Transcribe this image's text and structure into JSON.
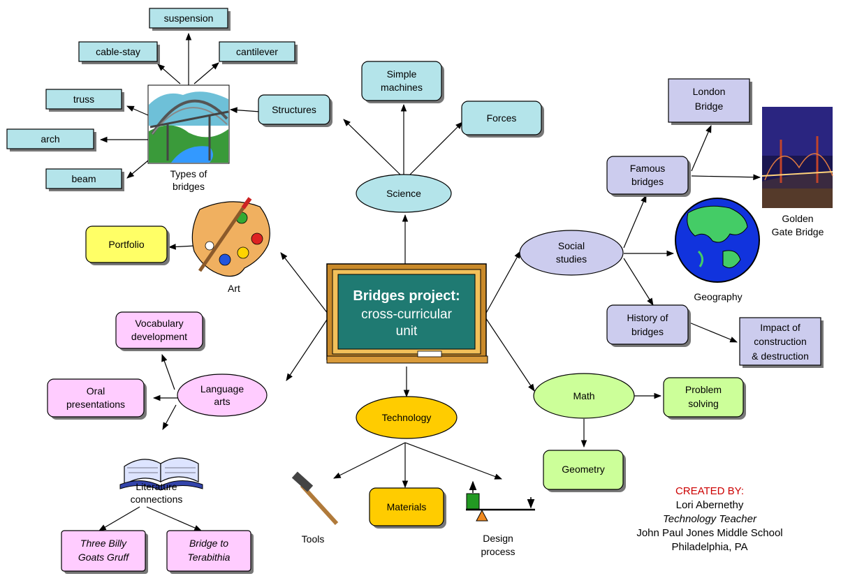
{
  "center": {
    "line1": "Bridges project:",
    "line2": "cross-curricular",
    "line3": "unit"
  },
  "science": {
    "label": "Science",
    "structures": "Structures",
    "simple_machines": [
      "Simple",
      "machines"
    ],
    "forces": "Forces",
    "types_caption": [
      "Types of",
      "bridges"
    ],
    "bridge_types": {
      "suspension": "suspension",
      "cable_stay": "cable-stay",
      "cantilever": "cantilever",
      "truss": "truss",
      "arch": "arch",
      "beam": "beam"
    }
  },
  "art": {
    "label": "Art",
    "portfolio": "Portfolio"
  },
  "language_arts": {
    "label": [
      "Language",
      "arts"
    ],
    "vocabulary": [
      "Vocabulary",
      "development"
    ],
    "oral": [
      "Oral",
      "presentations"
    ],
    "literature_caption": [
      "Literature",
      "connections"
    ],
    "book1": [
      "Three Billy",
      "Goats Gruff"
    ],
    "book2": [
      "Bridge to",
      "Terabithia"
    ]
  },
  "technology": {
    "label": "Technology",
    "tools": "Tools",
    "materials": "Materials",
    "design": [
      "Design",
      "process"
    ]
  },
  "social_studies": {
    "label": [
      "Social",
      "studies"
    ],
    "famous": [
      "Famous",
      "bridges"
    ],
    "london": [
      "London",
      "Bridge"
    ],
    "golden_gate": [
      "Golden",
      "Gate Bridge"
    ],
    "geography": "Geography",
    "history": [
      "History of",
      "bridges"
    ],
    "impact": [
      "Impact of",
      "construction",
      "& destruction"
    ]
  },
  "math": {
    "label": "Math",
    "problem": [
      "Problem",
      "solving"
    ],
    "geometry": "Geometry"
  },
  "credits": {
    "created_by": "CREATED BY:",
    "name": "Lori Abernethy",
    "role": "Technology Teacher",
    "school": "John Paul Jones Middle School",
    "city": "Philadelphia, PA"
  },
  "colors": {
    "science": "#b4e4ea",
    "art": "#ffff66",
    "language": "#ffccff",
    "technology": "#ffcc00",
    "social": "#ccccee",
    "math": "#ccff99",
    "board": "#1f7a72"
  }
}
